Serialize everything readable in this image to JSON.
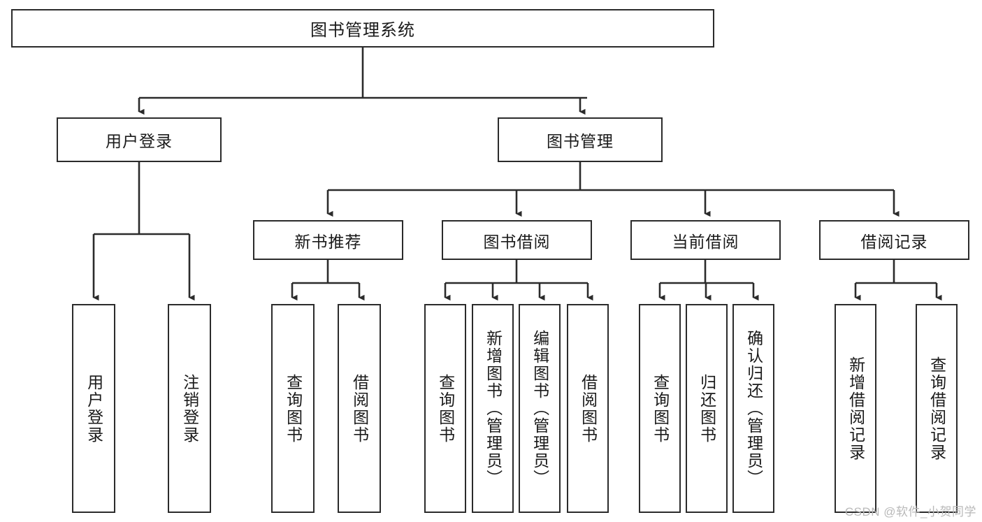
{
  "diagram": {
    "title": "图书管理系统",
    "type": "tree",
    "root": {
      "id": "root",
      "label": "图书管理系统"
    },
    "level2": [
      {
        "id": "user-login",
        "label": "用户登录"
      },
      {
        "id": "book-manage",
        "label": "图书管理"
      }
    ],
    "level3": [
      {
        "id": "new-book-recommend",
        "label": "新书推荐",
        "parent": "book-manage"
      },
      {
        "id": "book-borrow",
        "label": "图书借阅",
        "parent": "book-manage"
      },
      {
        "id": "current-borrow",
        "label": "当前借阅",
        "parent": "book-manage"
      },
      {
        "id": "borrow-record",
        "label": "借阅记录",
        "parent": "book-manage"
      }
    ],
    "leaves": {
      "user-login": [
        {
          "id": "leaf-user-login",
          "label": "用户登录"
        },
        {
          "id": "leaf-logout",
          "label": "注销登录"
        }
      ],
      "new-book-recommend": [
        {
          "id": "leaf-query-book-1",
          "label": "查询图书"
        },
        {
          "id": "leaf-borrow-book-1",
          "label": "借阅图书"
        }
      ],
      "book-borrow": [
        {
          "id": "leaf-query-book-2",
          "label": "查询图书"
        },
        {
          "id": "leaf-add-book",
          "label": "新增图书（管理员）"
        },
        {
          "id": "leaf-edit-book",
          "label": "编辑图书（管理员）"
        },
        {
          "id": "leaf-borrow-book-2",
          "label": "借阅图书"
        }
      ],
      "current-borrow": [
        {
          "id": "leaf-query-book-3",
          "label": "查询图书"
        },
        {
          "id": "leaf-return-book",
          "label": "归还图书"
        },
        {
          "id": "leaf-confirm-return",
          "label": "确认归还（管理员）"
        }
      ],
      "borrow-record": [
        {
          "id": "leaf-add-record",
          "label": "新增借阅记录"
        },
        {
          "id": "leaf-query-record",
          "label": "查询借阅记录"
        }
      ]
    }
  },
  "watermark": "CSDN @软件_小贺同学",
  "colors": {
    "stroke": "#2b2b2b",
    "background": "#ffffff",
    "text": "#1a1a1a",
    "watermark": "#b9b9b9"
  }
}
